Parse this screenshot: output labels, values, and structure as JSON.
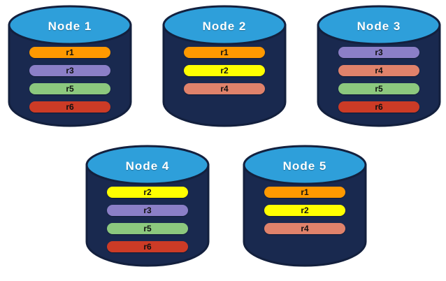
{
  "diagram": {
    "title": "",
    "type": "database-node-replication",
    "colors": {
      "background": "#ffffff",
      "cylinder_top": "#2E9FDA",
      "cylinder_body": "#19294F",
      "cylinder_outline": "#13203E",
      "title_text": "#ffffff",
      "shard_text": "#111111"
    },
    "shard_colors": {
      "r1": "#FF9900",
      "r2": "#FFFF00",
      "r3": "#8B7FC7",
      "r4": "#E0826B",
      "r5": "#8CC87E",
      "r6": "#CC3B26"
    }
  },
  "nodes": [
    {
      "id": "node-1",
      "label": "Node  1",
      "shards": [
        {
          "label": "r1",
          "color": "#FF9900"
        },
        {
          "label": "r3",
          "color": "#8B7FC7"
        },
        {
          "label": "r5",
          "color": "#8CC87E"
        },
        {
          "label": "r6",
          "color": "#CC3B26"
        }
      ]
    },
    {
      "id": "node-2",
      "label": "Node  2",
      "shards": [
        {
          "label": "r1",
          "color": "#FF9900"
        },
        {
          "label": "r2",
          "color": "#FFFF00"
        },
        {
          "label": "r4",
          "color": "#E0826B"
        }
      ]
    },
    {
      "id": "node-3",
      "label": "Node  3",
      "shards": [
        {
          "label": "r3",
          "color": "#8B7FC7"
        },
        {
          "label": "r4",
          "color": "#E0826B"
        },
        {
          "label": "r5",
          "color": "#8CC87E"
        },
        {
          "label": "r6",
          "color": "#CC3B26"
        }
      ]
    },
    {
      "id": "node-4",
      "label": "Node  4",
      "shards": [
        {
          "label": "r2",
          "color": "#FFFF00"
        },
        {
          "label": "r3",
          "color": "#8B7FC7"
        },
        {
          "label": "r5",
          "color": "#8CC87E"
        },
        {
          "label": "r6",
          "color": "#CC3B26"
        }
      ]
    },
    {
      "id": "node-5",
      "label": "Node  5",
      "shards": [
        {
          "label": "r1",
          "color": "#FF9900"
        },
        {
          "label": "r2",
          "color": "#FFFF00"
        },
        {
          "label": "r4",
          "color": "#E0826B"
        }
      ]
    }
  ]
}
